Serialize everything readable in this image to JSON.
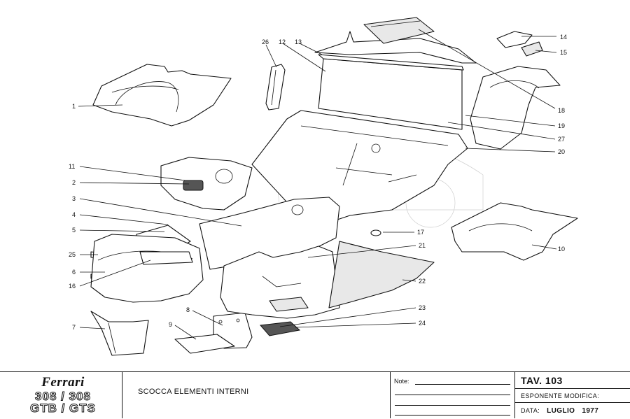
{
  "callouts": [
    {
      "id": "1",
      "label": "1"
    },
    {
      "id": "2",
      "label": "2"
    },
    {
      "id": "3",
      "label": "3"
    },
    {
      "id": "4",
      "label": "4"
    },
    {
      "id": "5",
      "label": "5"
    },
    {
      "id": "6",
      "label": "6"
    },
    {
      "id": "7",
      "label": "7"
    },
    {
      "id": "8",
      "label": "8"
    },
    {
      "id": "9",
      "label": "9"
    },
    {
      "id": "10",
      "label": "10"
    },
    {
      "id": "11",
      "label": "11"
    },
    {
      "id": "12",
      "label": "12"
    },
    {
      "id": "13",
      "label": "13"
    },
    {
      "id": "14",
      "label": "14"
    },
    {
      "id": "15",
      "label": "15"
    },
    {
      "id": "16",
      "label": "16"
    },
    {
      "id": "17",
      "label": "17"
    },
    {
      "id": "18",
      "label": "18"
    },
    {
      "id": "19",
      "label": "19"
    },
    {
      "id": "20",
      "label": "20"
    },
    {
      "id": "21",
      "label": "21"
    },
    {
      "id": "22",
      "label": "22"
    },
    {
      "id": "23",
      "label": "23"
    },
    {
      "id": "24",
      "label": "24"
    },
    {
      "id": "25",
      "label": "25"
    },
    {
      "id": "26",
      "label": "26"
    },
    {
      "id": "27",
      "label": "27"
    }
  ],
  "title_block": {
    "brand": "Ferrari",
    "model_top": "308 / 308",
    "model_bottom": "GTB / GTS",
    "description": "SCOCCA ELEMENTI INTERNI",
    "notes_label": "Note:",
    "tav_label": "TAV. 103",
    "modifica_label": "ESPONENTE MODIFICA:",
    "data_label": "DATA:",
    "data_month": "LUGLIO",
    "data_year": "1977"
  }
}
